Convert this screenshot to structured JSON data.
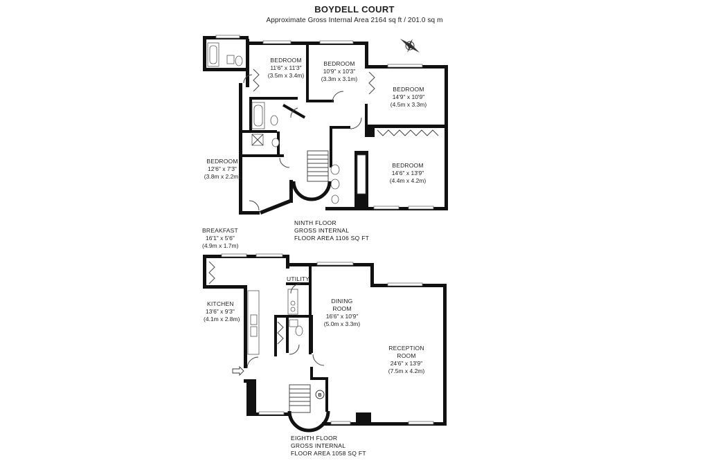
{
  "header": {
    "title": "BOYDELL COURT",
    "subtitle": "Approximate Gross Internal Area 2164 sq ft / 201.0 sq m"
  },
  "compass": {
    "letter": "N",
    "icon": "compass-rose-icon"
  },
  "ninth_floor": {
    "caption": [
      "NINTH FLOOR",
      "GROSS INTERNAL",
      "FLOOR AREA 1106 SQ FT"
    ],
    "rooms": [
      {
        "name": "BEDROOM",
        "imperial": "11'6\" x 11'3\"",
        "metric": "(3.5m x 3.4m)"
      },
      {
        "name": "BEDROOM",
        "imperial": "10'9\" x 10'3\"",
        "metric": "(3.3m x 3.1m)"
      },
      {
        "name": "BEDROOM",
        "imperial": "14'9\" x 10'9\"",
        "metric": "(4.5m x 3.3m)"
      },
      {
        "name": "BEDROOM",
        "imperial": "14'6\" x 13'9\"",
        "metric": "(4.4m x 4.2m)"
      },
      {
        "name": "BEDROOM",
        "imperial": "12'6\" x 7'3\"",
        "metric": "(3.8m x 2.2m)"
      }
    ]
  },
  "eighth_floor": {
    "caption": [
      "EIGHTH FLOOR",
      "GROSS INTERNAL",
      "FLOOR AREA 1058 SQ FT"
    ],
    "rooms": [
      {
        "name": "BREAKFAST",
        "imperial": "16'1\" x 5'6\"",
        "metric": "(4.9m x 1.7m)"
      },
      {
        "name": "KITCHEN",
        "imperial": "13'6\" x 9'3\"",
        "metric": "(4.1m x 2.8m)"
      },
      {
        "name": "UTILITY"
      },
      {
        "name": "DINING",
        "name2": "ROOM",
        "imperial": "16'6\" x 10'9\"",
        "metric": "(5.0m x 3.3m)"
      },
      {
        "name": "RECEPTION",
        "name2": "ROOM",
        "imperial": "24'6\" x 13'9\"",
        "metric": "(7.5m x 4.2m)"
      }
    ],
    "boiler_marker": "B",
    "entrance_icon": "entrance-arrow-icon"
  }
}
